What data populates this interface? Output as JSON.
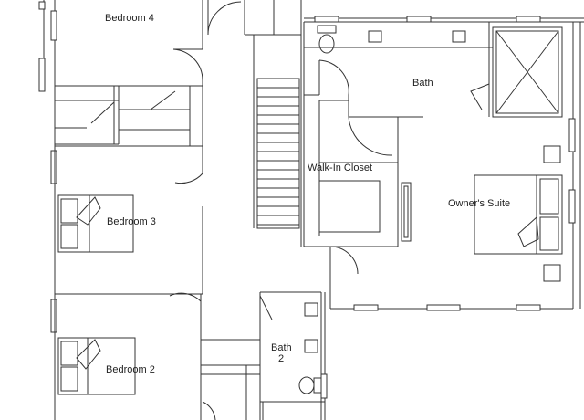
{
  "rooms": {
    "bedroom4": "Bedroom 4",
    "bedroom3": "Bedroom 3",
    "bedroom2": "Bedroom 2",
    "bath_main": "Bath",
    "walk_in_closet": "Walk-In Closet",
    "owners_suite": "Owner's Suite",
    "bath2_line1": "Bath",
    "bath2_line2": "2"
  },
  "colors": {
    "line": "#333333",
    "background": "#ffffff",
    "text": "#222222"
  }
}
